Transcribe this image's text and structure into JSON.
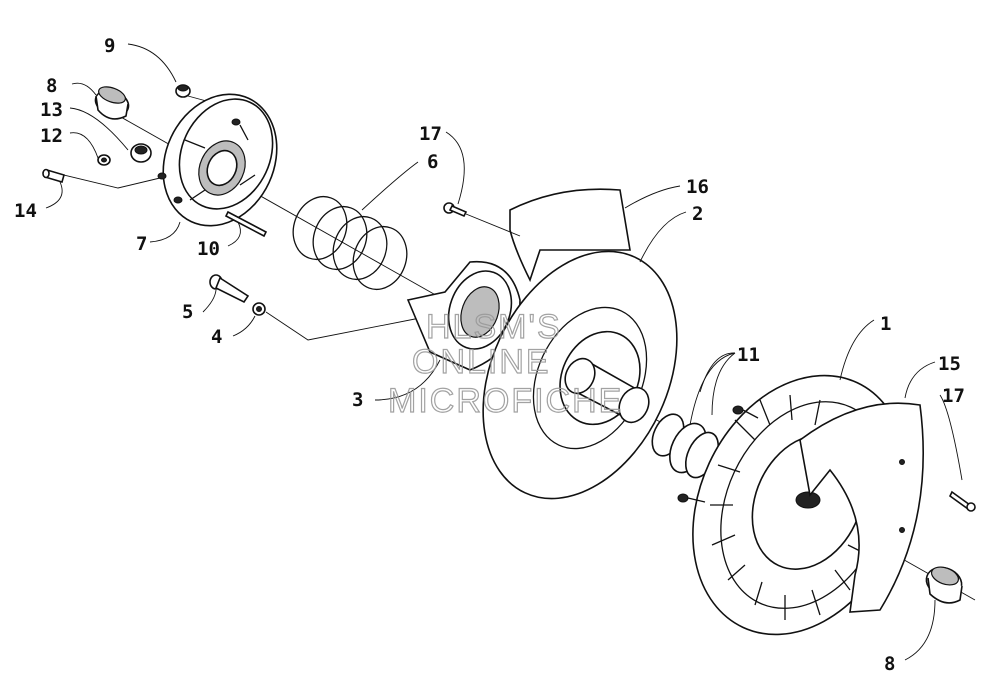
{
  "labels": {
    "l1": "1",
    "l2": "2",
    "l3": "3",
    "l4": "4",
    "l5": "5",
    "l6": "6",
    "l7": "7",
    "l8_top": "8",
    "l8_bottom": "8",
    "l9": "9",
    "l10": "10",
    "l11": "11",
    "l12": "12",
    "l13": "13",
    "l14": "14",
    "l15": "15",
    "l16": "16",
    "l17_top": "17",
    "l17_right": "17"
  },
  "watermark": {
    "line1": "HLSM'S",
    "line2": "ONLINE",
    "line3": "MICROFICHE"
  }
}
